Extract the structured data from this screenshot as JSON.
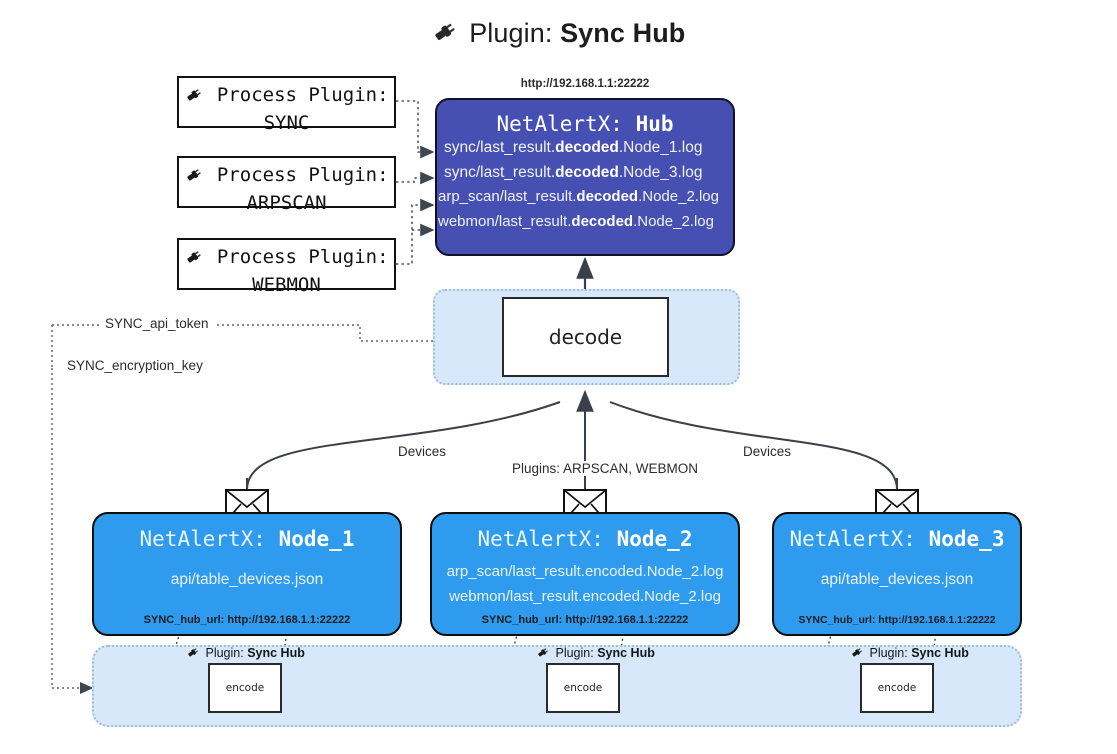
{
  "page": {
    "title_prefix": "Plugin:",
    "title_name": "Sync Hub",
    "title_icon": "plug-icon"
  },
  "process_plugins": [
    {
      "line1": "Process Plugin:",
      "line2": "SYNC",
      "icon": "plug-icon"
    },
    {
      "line1": "Process Plugin:",
      "line2": "ARPSCAN",
      "icon": "plug-icon"
    },
    {
      "line1": "Process Plugin:",
      "line2": "WEBMON",
      "icon": "plug-icon"
    }
  ],
  "hub": {
    "url": "http://192.168.1.1:22222",
    "title_prefix": "NetAlertX:",
    "title_name": "Hub",
    "logs": [
      {
        "pre": "sync/last_result.",
        "mid": "decoded",
        "post": ".Node_1.log"
      },
      {
        "pre": "sync/last_result.",
        "mid": "decoded",
        "post": ".Node_3.log"
      },
      {
        "pre": "arp_scan/last_result.",
        "mid": "decoded",
        "post": ".Node_2.log"
      },
      {
        "pre": "webmon/last_result.",
        "mid": "decoded",
        "post": ".Node_2.log"
      }
    ]
  },
  "decode": {
    "label": "decode"
  },
  "secrets": [
    {
      "label": "SYNC_api_token"
    },
    {
      "label": "SYNC_encryption_key"
    }
  ],
  "edge_labels": {
    "devices_left": "Devices",
    "devices_right": "Devices",
    "plugins_center": "Plugins: ARPSCAN, WEBMON"
  },
  "nodes": [
    {
      "title_prefix": "NetAlertX:",
      "title_name": "Node_1",
      "lines": [
        "api/table_devices.json"
      ],
      "footer": "SYNC_hub_url: http://192.168.1.1:22222",
      "icon": "envelope-icon"
    },
    {
      "title_prefix": "NetAlertX:",
      "title_name": "Node_2",
      "lines": [
        "arp_scan/last_result.encoded.Node_2.log",
        "webmon/last_result.encoded.Node_2.log"
      ],
      "footer": "SYNC_hub_url: http://192.168.1.1:22222",
      "icon": "envelope-icon"
    },
    {
      "title_prefix": "NetAlertX:",
      "title_name": "Node_3",
      "lines": [
        "api/table_devices.json"
      ],
      "footer": "SYNC_hub_url: http://192.168.1.1:22222",
      "icon": "envelope-icon"
    }
  ],
  "encoders": [
    {
      "plugin_prefix": "Plugin:",
      "plugin_name": "Sync Hub",
      "label": "encode",
      "icon": "plug-icon"
    },
    {
      "plugin_prefix": "Plugin:",
      "plugin_name": "Sync Hub",
      "label": "encode",
      "icon": "plug-icon"
    },
    {
      "plugin_prefix": "Plugin:",
      "plugin_name": "Sync Hub",
      "label": "encode",
      "icon": "plug-icon"
    }
  ],
  "colors": {
    "hub_fill": "#4650b3",
    "node_fill": "#2f9bee",
    "container_fill": "#d6e8f9",
    "container_border": "#9dbdd8",
    "stroke": "#3a4049",
    "background": "#ffffff"
  }
}
